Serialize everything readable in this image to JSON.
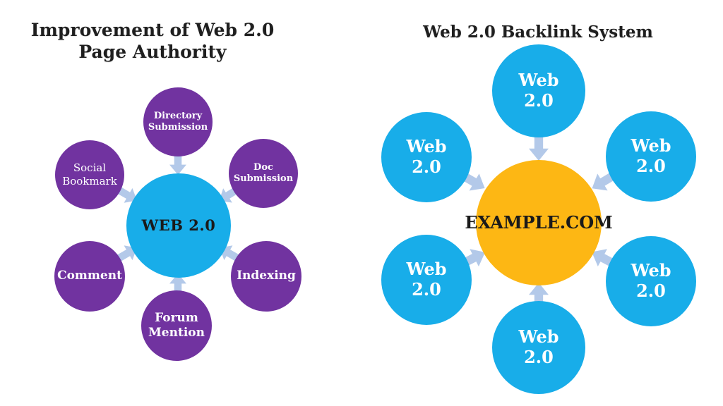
{
  "colors": {
    "blue": "#18ADE9",
    "purple": "#7133A0",
    "orange": "#FDB714",
    "arrow": "#B3C9E9",
    "dark-text": "#1F1F1F",
    "circle-text": "#FFFFFF"
  },
  "left_diagram": {
    "title": "Improvement of Web 2.0\nPage Authority",
    "center_label": "WEB 2.0",
    "nodes": {
      "directory": {
        "label": "Directory\nSubmission"
      },
      "doc": {
        "label": "Doc\nSubmission"
      },
      "indexing": {
        "label": "Indexing"
      },
      "forum": {
        "label": "Forum\nMention"
      },
      "comment": {
        "label": "Comment"
      },
      "social": {
        "label": "Social\nBookmark"
      }
    }
  },
  "right_diagram": {
    "title": "Web 2.0 Backlink System",
    "center_label": "EXAMPLE.COM",
    "nodes": {
      "top": {
        "label": "Web\n2.0"
      },
      "upper_left": {
        "label": "Web\n2.0"
      },
      "upper_right": {
        "label": "Web\n2.0"
      },
      "lower_left": {
        "label": "Web\n2.0"
      },
      "lower_right": {
        "label": "Web\n2.0"
      },
      "bottom": {
        "label": "Web\n2.0"
      }
    }
  }
}
